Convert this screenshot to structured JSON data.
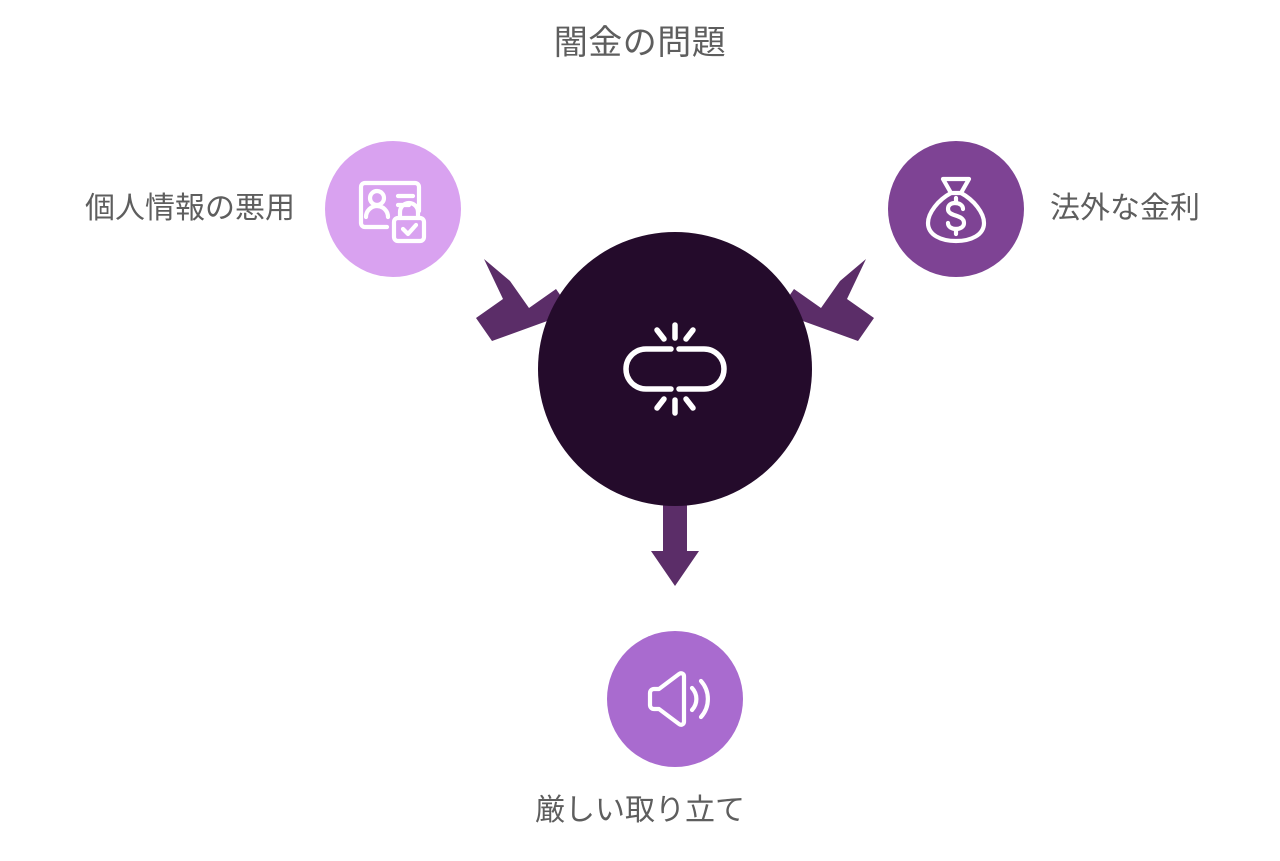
{
  "diagram": {
    "title": "闇金の問題",
    "type": "hub-and-spoke",
    "background_color": "#ffffff",
    "title_color": "#5e5e5e",
    "arrow_color": "#5b2d68",
    "center": {
      "name": "broken-link",
      "icon": "broken-chain-link-icon",
      "circle_color": "#240b2b",
      "icon_color": "#ffffff",
      "label": ""
    },
    "nodes": [
      {
        "id": "left",
        "label": "個人情報の悪用",
        "icon": "id-card-lock-icon",
        "circle_color": "#d9a2f0",
        "icon_color": "#ffffff",
        "label_color": "#5e5e5e",
        "arrow_direction": "up-left"
      },
      {
        "id": "right",
        "label": "法外な金利",
        "icon": "money-bag-dollar-icon",
        "circle_color": "#7e4394",
        "icon_color": "#ffffff",
        "label_color": "#5e5e5e",
        "arrow_direction": "up-right"
      },
      {
        "id": "bottom",
        "label": "厳しい取り立て",
        "icon": "megaphone-icon",
        "circle_color": "#a96bcf",
        "icon_color": "#ffffff",
        "label_color": "#5e5e5e",
        "arrow_direction": "down"
      }
    ]
  }
}
